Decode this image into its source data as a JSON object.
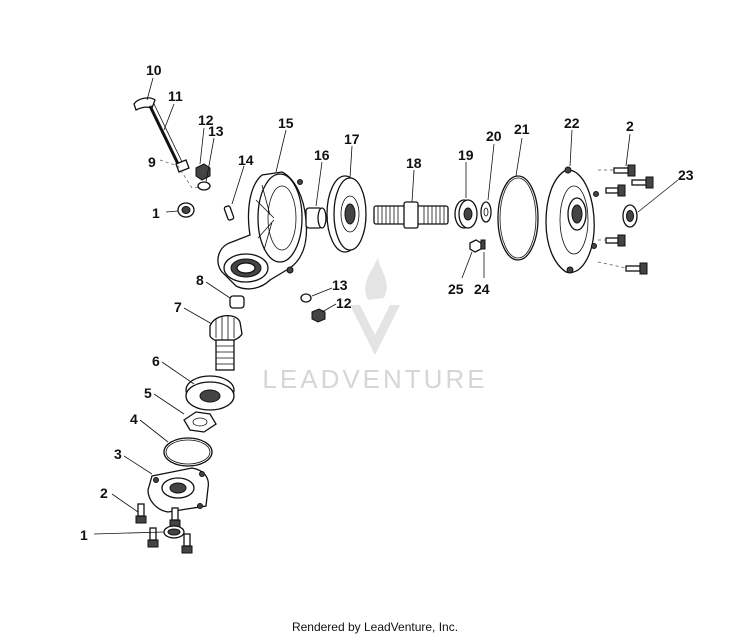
{
  "diagram": {
    "callouts": [
      "10",
      "11",
      "9",
      "12",
      "13",
      "14",
      "15",
      "16",
      "17",
      "18",
      "19",
      "20",
      "21",
      "22",
      "2",
      "23",
      "1",
      "25",
      "24",
      "8",
      "13",
      "12",
      "7",
      "6",
      "5",
      "4",
      "3",
      "2",
      "1"
    ]
  },
  "watermark": {
    "text": "LEADVENTURE"
  },
  "footer": {
    "text": "Rendered by LeadVenture, Inc."
  }
}
